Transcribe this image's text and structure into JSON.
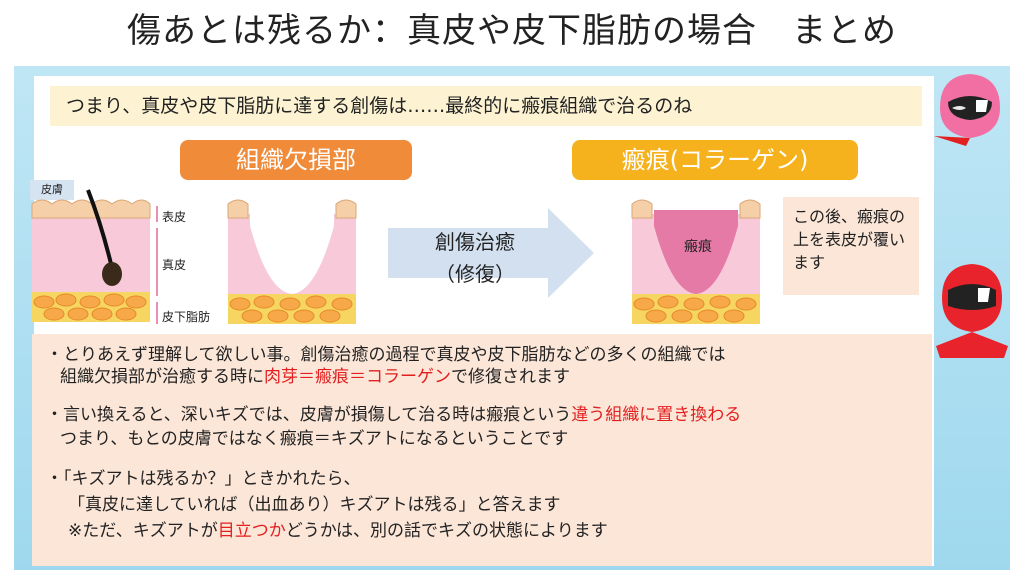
{
  "title": "傷あとは残るか：真皮や皮下脂肪の場合　まとめ",
  "summary": "つまり、真皮や皮下脂肪に達する創傷は……最終的に瘢痕組織で治るのね",
  "labels": {
    "defect": "組織欠損部",
    "scar": "瘢痕(コラーゲン)"
  },
  "diagram": {
    "skin_tag": "皮膚",
    "epidermis": "表皮",
    "dermis": "真皮",
    "subcutaneous": "皮下脂肪",
    "scar_tissue": "瘢痕",
    "arrow_line1": "創傷治癒",
    "arrow_line2": "（修復）"
  },
  "note": "この後、瘢痕の上を表皮が覆います",
  "bullets": [
    {
      "line1": "・とりあえず理解して欲しい事。創傷治癒の過程で真皮や皮下脂肪などの多くの組織では",
      "line2_pre": "組織欠損部が治癒する時に",
      "line2_red": "肉芽＝瘢痕＝コラーゲン",
      "line2_post": "で修復されます"
    },
    {
      "line1_pre": "・言い換えると、深いキズでは、皮膚が損傷して治る時は瘢痕という",
      "line1_red": "違う組織に置き換わる",
      "line2": "つまり、もとの皮膚ではなく瘢痕＝キズアトになるということです"
    },
    {
      "line1": "・「キズアトは残るか？」ときかれたら、",
      "line2": "「真皮に達していれば（出血あり）キズアトは残る」と答えます",
      "line3_pre": "※ただ、キズアトが",
      "line3_red": "目立つか",
      "line3_post": "どうかは、別の話でキズの状態によります"
    }
  ],
  "colors": {
    "frame": "#a8dcef",
    "orange": "#f08b3a",
    "gold": "#f6b21c",
    "dermis_pink": "#f7c9d9",
    "epidermis": "#f4cfa8",
    "fat_yellow": "#f6d560",
    "scar_pink": "#e57aa6",
    "red_text": "#e32020"
  }
}
